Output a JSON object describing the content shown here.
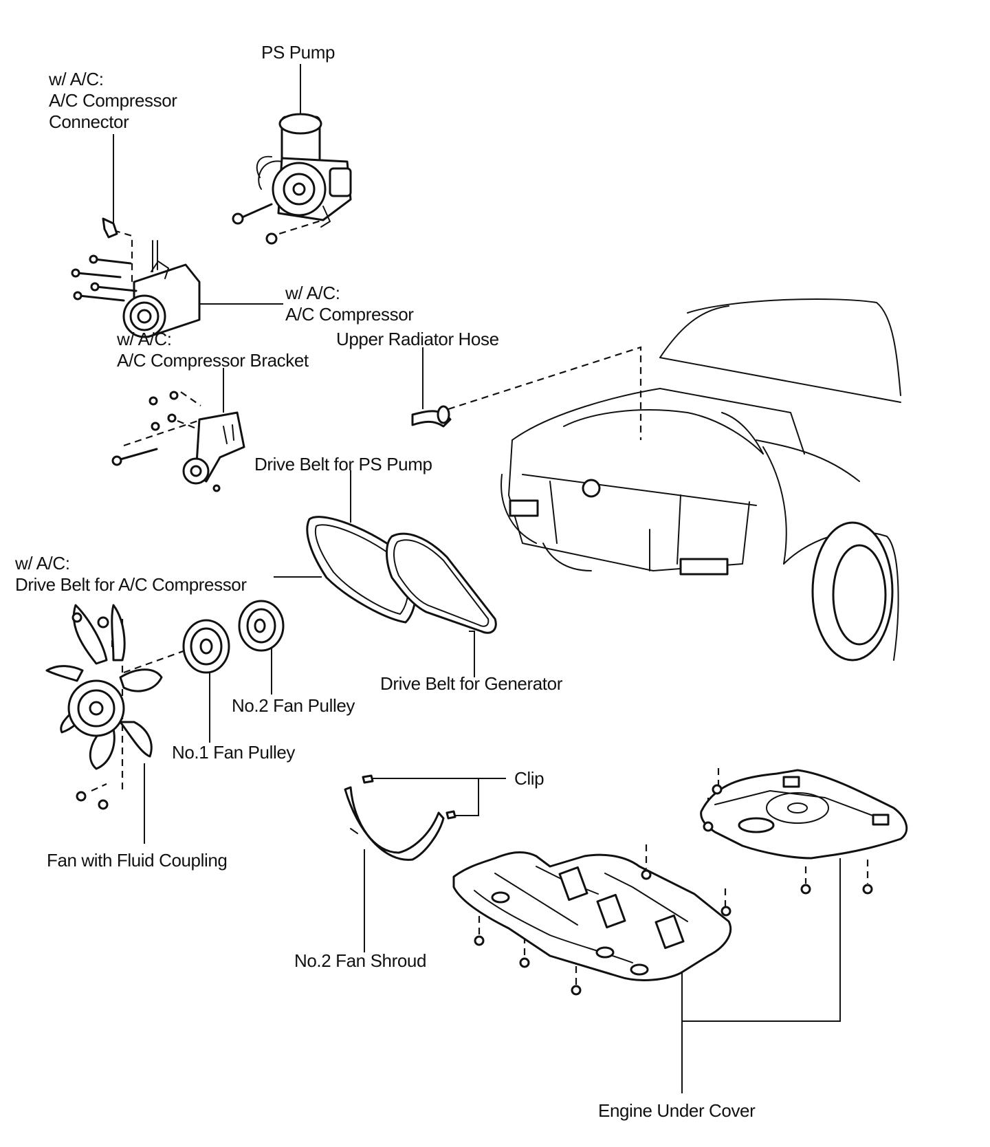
{
  "labels": {
    "ps_pump": "PS Pump",
    "ac_connector": [
      "w/ A/C:",
      "A/C Compressor",
      "Connector"
    ],
    "ac_compressor": [
      "w/ A/C:",
      "A/C Compressor"
    ],
    "ac_bracket": [
      "w/ A/C:",
      "A/C Compressor Bracket"
    ],
    "upper_radiator_hose": "Upper Radiator Hose",
    "drive_belt_ps": "Drive Belt for PS Pump",
    "drive_belt_ac": [
      "w/ A/C:",
      "Drive Belt for A/C Compressor"
    ],
    "drive_belt_generator": "Drive Belt for Generator",
    "no2_fan_pulley": "No.2 Fan Pulley",
    "no1_fan_pulley": "No.1 Fan Pulley",
    "clip": "Clip",
    "fan_fluid_coupling": "Fan with Fluid Coupling",
    "no2_fan_shroud": "No.2 Fan Shroud",
    "engine_under_cover": "Engine Under Cover"
  }
}
